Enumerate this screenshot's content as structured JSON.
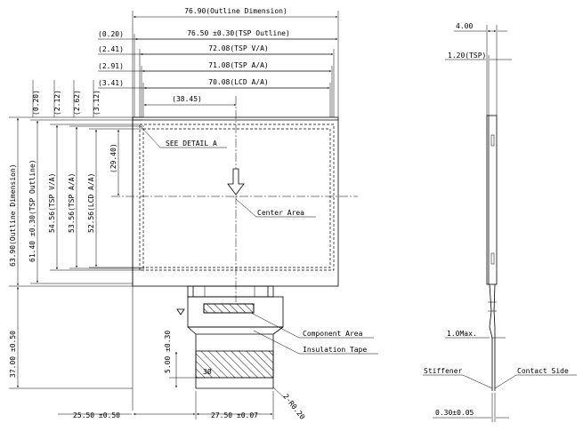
{
  "top_dims": [
    {
      "key": "outline",
      "offset": "",
      "label": "76.90(Outline Dimension)"
    },
    {
      "key": "tsp_outline",
      "offset": "(0.20)",
      "label": "76.50 ±0.30(TSP Outline)"
    },
    {
      "key": "tsp_va",
      "offset": "(2.41)",
      "label": "72.08(TSP V/A)"
    },
    {
      "key": "tsp_aa",
      "offset": "(2.91)",
      "label": "71.08(TSP A/A)"
    },
    {
      "key": "lcd_aa",
      "offset": "(3.41)",
      "label": "70.08(LCD A/A)"
    }
  ],
  "center_x_dim": "(38.45)",
  "left_offsets": [
    "(0.20)",
    "(2.12)",
    "(2.62)",
    "(3.12)"
  ],
  "left_dims": [
    {
      "key": "outline",
      "label": "63.90(Outline Dimension)"
    },
    {
      "key": "tsp_outline",
      "label": "61.40 ±0.30(TSP Outline)"
    },
    {
      "key": "tsp_va",
      "label": "54.56(TSP V/A)"
    },
    {
      "key": "tsp_aa",
      "label": "53.56(TSP A/A)"
    },
    {
      "key": "lcd_aa",
      "label": "52.56(LCD A/A)"
    }
  ],
  "center_y_dim": "(29.40)",
  "callouts": {
    "detail": "SEE DETAIL A",
    "center_area": "Center Area",
    "component_area": "Component Area",
    "insulation_tape": "Insulation Tape"
  },
  "fpc_dims": {
    "height": "37.00 ±0.50",
    "tape": "5.00 ±0.30",
    "left": "25.50 ±0.50",
    "width": "27.50 ±0.07",
    "radius": "2-R0.20"
  },
  "side_view": {
    "thickness": "4.00",
    "tsp": "1.20(TSP)",
    "max": "1.0Max.",
    "stiffener": "Stiffener",
    "contact_side": "Contact Side",
    "fpc_thickness": "0.30±0.05"
  }
}
